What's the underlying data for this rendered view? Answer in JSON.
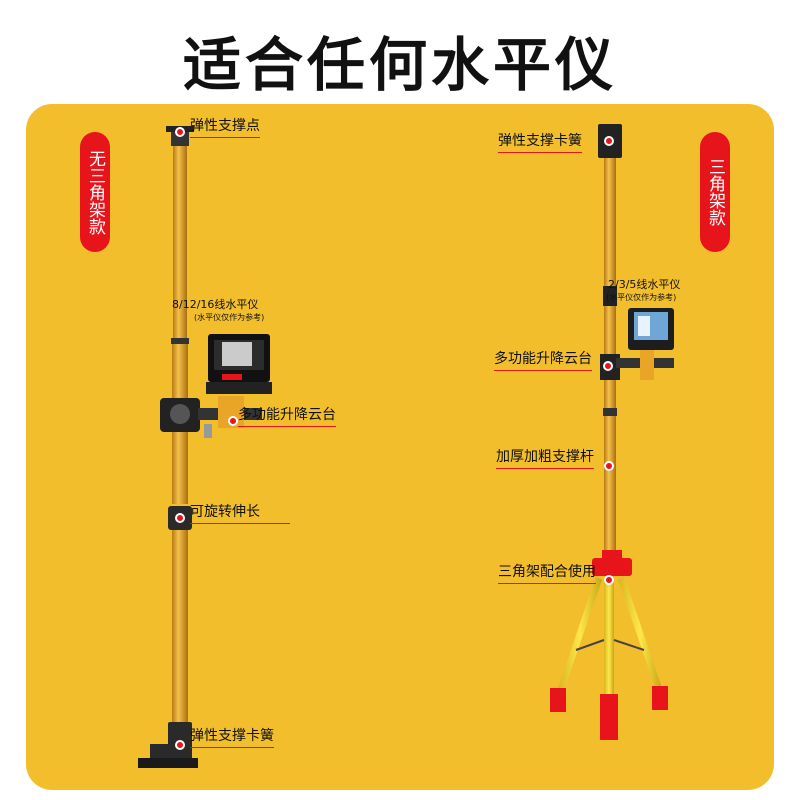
{
  "title": "适合任何水平仪",
  "left": {
    "tag": "无三角架款",
    "labels": {
      "top_point": "弹性支撑点",
      "level_name": "8/12/16线水平仪",
      "level_note": "(水平仪仅作为参考)",
      "lift_head": "多功能升降云台",
      "rotate": "可旋转伸长",
      "bottom_clip": "弹性支撑卡簧"
    }
  },
  "right": {
    "tag": "三角架款",
    "labels": {
      "top_clip": "弹性支撑卡簧",
      "level_name": "2/3/5线水平仪",
      "level_note": "(水平仪仅作为参考)",
      "lift_head": "多功能升降云台",
      "thick_rod": "加厚加粗支撑杆",
      "tripod": "三角架配合使用"
    }
  },
  "colors": {
    "panel": "#F3BE2C",
    "accent": "#E8141B",
    "rod": "#E0A126",
    "tripod": "#E8141B"
  }
}
